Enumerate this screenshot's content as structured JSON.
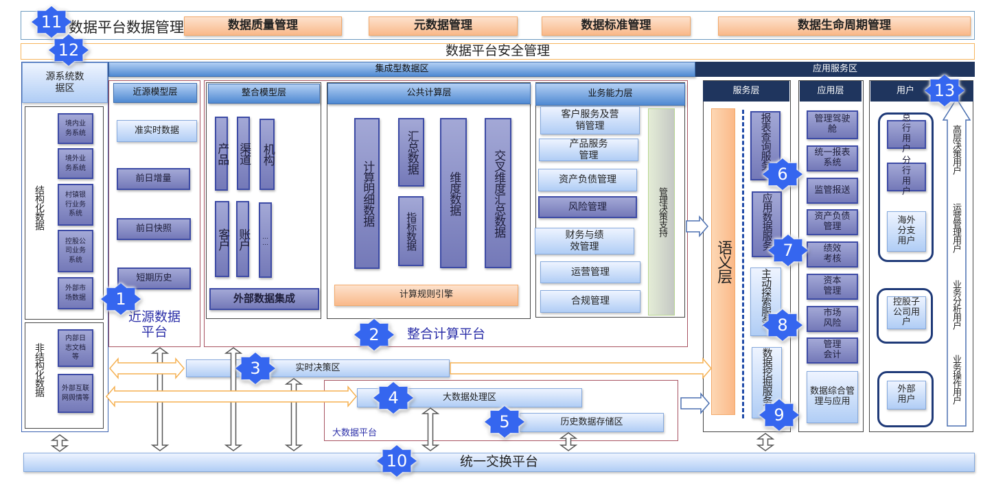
{
  "governance": {
    "title": "数据平台数据管理",
    "items": [
      "数据质量管理",
      "元数据管理",
      "数据标准管理",
      "数据生命周期管理"
    ]
  },
  "security": "数据平台安全管理",
  "source": {
    "title": "源系统数据区",
    "structured_label": "结构化数据",
    "structured": [
      "境内业务系统",
      "境外业务系统",
      "村镇银行业务系统",
      "控股公司业务系统",
      "外部市场数据"
    ],
    "unstructured_label": "非结构化数据",
    "unstructured": [
      "内部日志文档等",
      "外部互联网舆情等"
    ]
  },
  "zones": {
    "integrated": "集成型数据区",
    "app_service": "应用服务区"
  },
  "near_source": {
    "header": "近源模型层",
    "items": [
      "准实时数据",
      "前日增量",
      "前日快照",
      "短期历史"
    ],
    "platform": "近源数据平台"
  },
  "integration": {
    "platform": "整合计算平台",
    "model": {
      "header": "整合模型层",
      "items": [
        "产品",
        "渠道",
        "机构",
        "客户",
        "账户",
        "……"
      ],
      "external": "外部数据集成"
    },
    "compute": {
      "header": "公共计算层",
      "items": [
        "计算明细数据",
        "汇总数据",
        "指标数据",
        "维度数据",
        "交叉维度汇总数据"
      ],
      "engine": "计算规则引擎"
    },
    "business": {
      "header": "业务能力层",
      "items": [
        "客户服务及营销管理",
        "产品服务管理",
        "资产负债管理",
        "风险管理",
        "财务与绩效管理",
        "运营管理",
        "合规管理"
      ],
      "support": "管理决策支持"
    }
  },
  "service": {
    "header": "服务层",
    "semantic": "语义层",
    "items": [
      "报表查询服务",
      "应用数据服务",
      "主动探索服务",
      "数据挖掘服务"
    ]
  },
  "application": {
    "header": "应用层",
    "items": [
      "管理驾驶舱",
      "统一报表系统",
      "监管报送",
      "资产负债管理",
      "绩效考核",
      "资本管理",
      "市场风险",
      "管理会计",
      "数据综合管理与应用"
    ]
  },
  "users": {
    "header": "用户",
    "items": [
      "总行用户",
      "分行用户",
      "海外分支用户",
      "控股子公司用户",
      "外部用户"
    ],
    "levels": [
      "高层决策用户",
      "运营管理用户",
      "业务分析用户",
      "业务操作用户"
    ]
  },
  "realtime": "实时决策区",
  "bigdata": {
    "platform": "大数据平台",
    "processing": "大数据处理区",
    "history": "历史数据存储区"
  },
  "exchange": "统一交换平台",
  "badges": [
    "1",
    "2",
    "3",
    "4",
    "5",
    "6",
    "7",
    "8",
    "9",
    "10",
    "11",
    "12",
    "13"
  ],
  "colors": {
    "badge": "#3566ef",
    "navy": "#1f355e",
    "orange_arrow": "#f5b050"
  }
}
